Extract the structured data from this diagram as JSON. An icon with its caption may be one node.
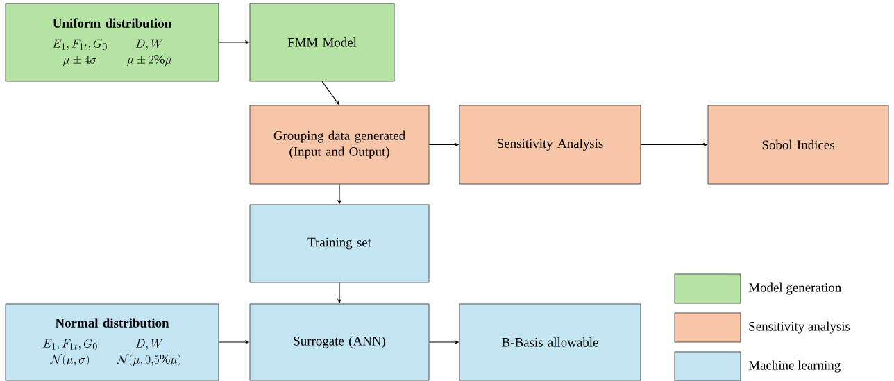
{
  "diagram": {
    "nodes": [
      {
        "text": [
          "Uniform distribution",
          "E_{1}, F_{1t}, G_{0}",
          "D, W",
          "\\mu \\pm 4\\sigma",
          "\\mu \\pm 2\\%\\mu"
        ]
      },
      {
        "text": [
          "FMM Model"
        ]
      },
      {
        "text": [
          "Grouping data generated (Input and Output)"
        ]
      },
      {
        "text": [
          "Sensitivity Analysis"
        ]
      },
      {
        "text": [
          "Sobol Indices"
        ]
      },
      {
        "text": [
          "Training set"
        ]
      },
      {
        "text": [
          "Normal distribution",
          "E_{1}, F_{1t}, G_{0}",
          "D, W",
          "\\mathcal{N}(\\mu, \\sigma)",
          "\\mathcal{N}(\\mu, 0{,}5\\%\\mu)"
        ]
      },
      {
        "text": [
          "Surrogate (ANN)"
        ]
      },
      {
        "text": [
          "B-Basis allowable"
        ]
      }
    ],
    "edges": [
      {
        "from": 0,
        "to": 1,
        "arrow": "to"
      },
      {
        "from": 1,
        "to": 2,
        "arrow": "to"
      },
      {
        "from": 2,
        "to": 3,
        "arrow": "to"
      },
      {
        "from": 3,
        "to": 4,
        "arrow": "to"
      },
      {
        "from": 2,
        "to": 5,
        "arrow": "to"
      },
      {
        "from": 5,
        "to": 7,
        "arrow": "to"
      },
      {
        "from": 6,
        "to": 7,
        "arrow": "to"
      },
      {
        "from": 7,
        "to": 8,
        "arrow": "to"
      }
    ],
    "legend": [
      {
        "text": "Model generation",
        "color": "#b5e3a3"
      },
      {
        "text": "Sensitivity analysis",
        "color": "#f7c6a8"
      },
      {
        "text": "Machine learning",
        "color": "#c3e5f3"
      }
    ]
  }
}
